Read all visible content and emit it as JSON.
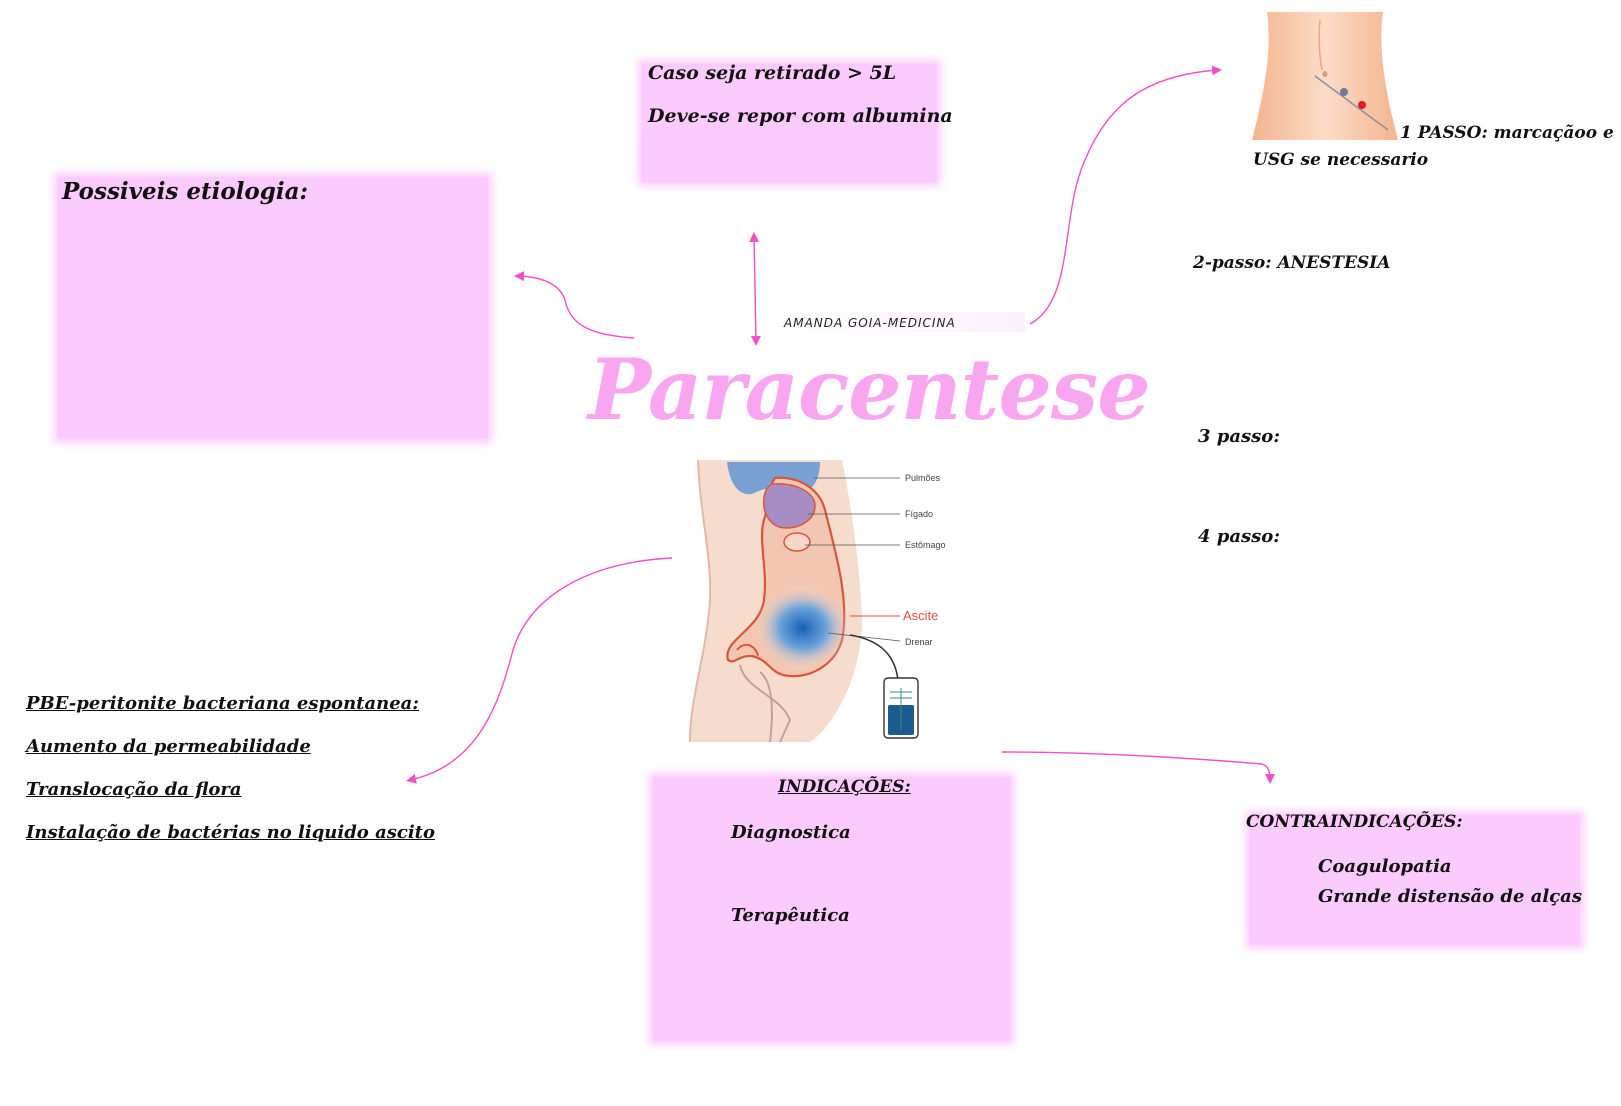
{
  "title": "Paracentese",
  "author": "AMANDA GOIA-MEDICINA",
  "albumina": {
    "line1": "Caso seja retirado > 5L",
    "line2": "Deve-se repor com albumina"
  },
  "etiologia": {
    "heading": "Possiveis etiologia:"
  },
  "pbe": {
    "items": [
      "PBE-peritonite bacteriana espontanea:",
      "Aumento da permeabilidade",
      "Translocação da flora",
      "Instalação de bactérias no liquido ascito"
    ]
  },
  "steps": {
    "step1_line1": "1 PASSO:  marcaçãoo e",
    "step1_line2": "USG se necessario",
    "step2": "2-passo: ANESTESIA",
    "step3": "3 passo:",
    "step4": "4 passo:"
  },
  "indicacoes": {
    "heading": "INDICAÇÕES:",
    "items": [
      "Diagnostica",
      "Terapêutica"
    ]
  },
  "contraindicacoes": {
    "heading": "CONTRAINDICAÇÕES:",
    "items": [
      "Coagulopatia",
      "Grande distensão de alças"
    ]
  },
  "anatomy": {
    "labels": [
      "Pulmões",
      "Fígado",
      "Estômago",
      "Ascite",
      "Drenar"
    ]
  },
  "colors": {
    "box": "#fccbfd",
    "title": "#f9a6f1",
    "arrow": "#f04fc8",
    "ascite_label": "#d9553a"
  }
}
